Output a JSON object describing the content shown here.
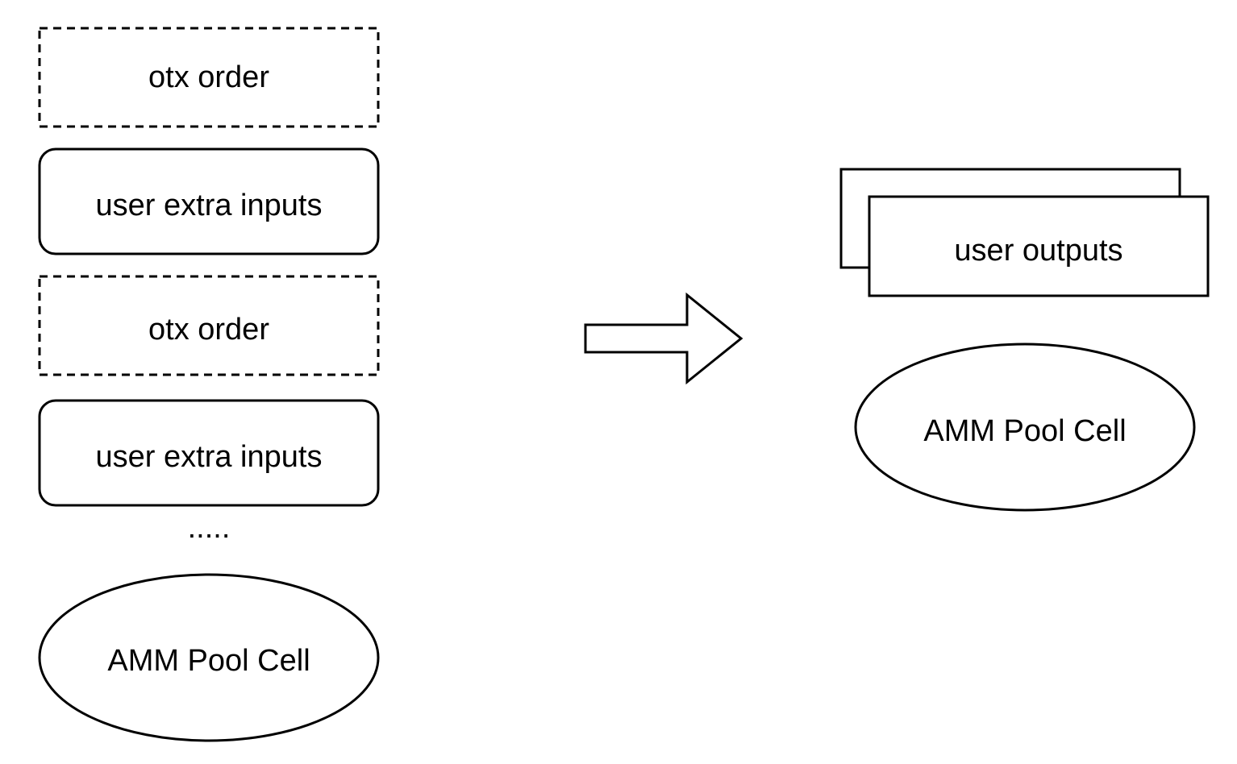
{
  "left_column": {
    "items": [
      {
        "label": "otx order",
        "kind": "dashed-box"
      },
      {
        "label": "user extra inputs",
        "kind": "rounded-box"
      },
      {
        "label": "otx order",
        "kind": "dashed-box"
      },
      {
        "label": "user extra inputs",
        "kind": "rounded-box"
      }
    ],
    "ellipsis": ".....",
    "pool_cell": {
      "label": "AMM Pool Cell"
    }
  },
  "arrow": {
    "icon": "right-arrow-icon"
  },
  "right_column": {
    "outputs": {
      "label": "user outputs",
      "kind": "stacked-boxes"
    },
    "pool_cell": {
      "label": "AMM Pool Cell"
    }
  },
  "colors": {
    "stroke": "#000000",
    "fill": "#ffffff",
    "text": "#000000"
  }
}
